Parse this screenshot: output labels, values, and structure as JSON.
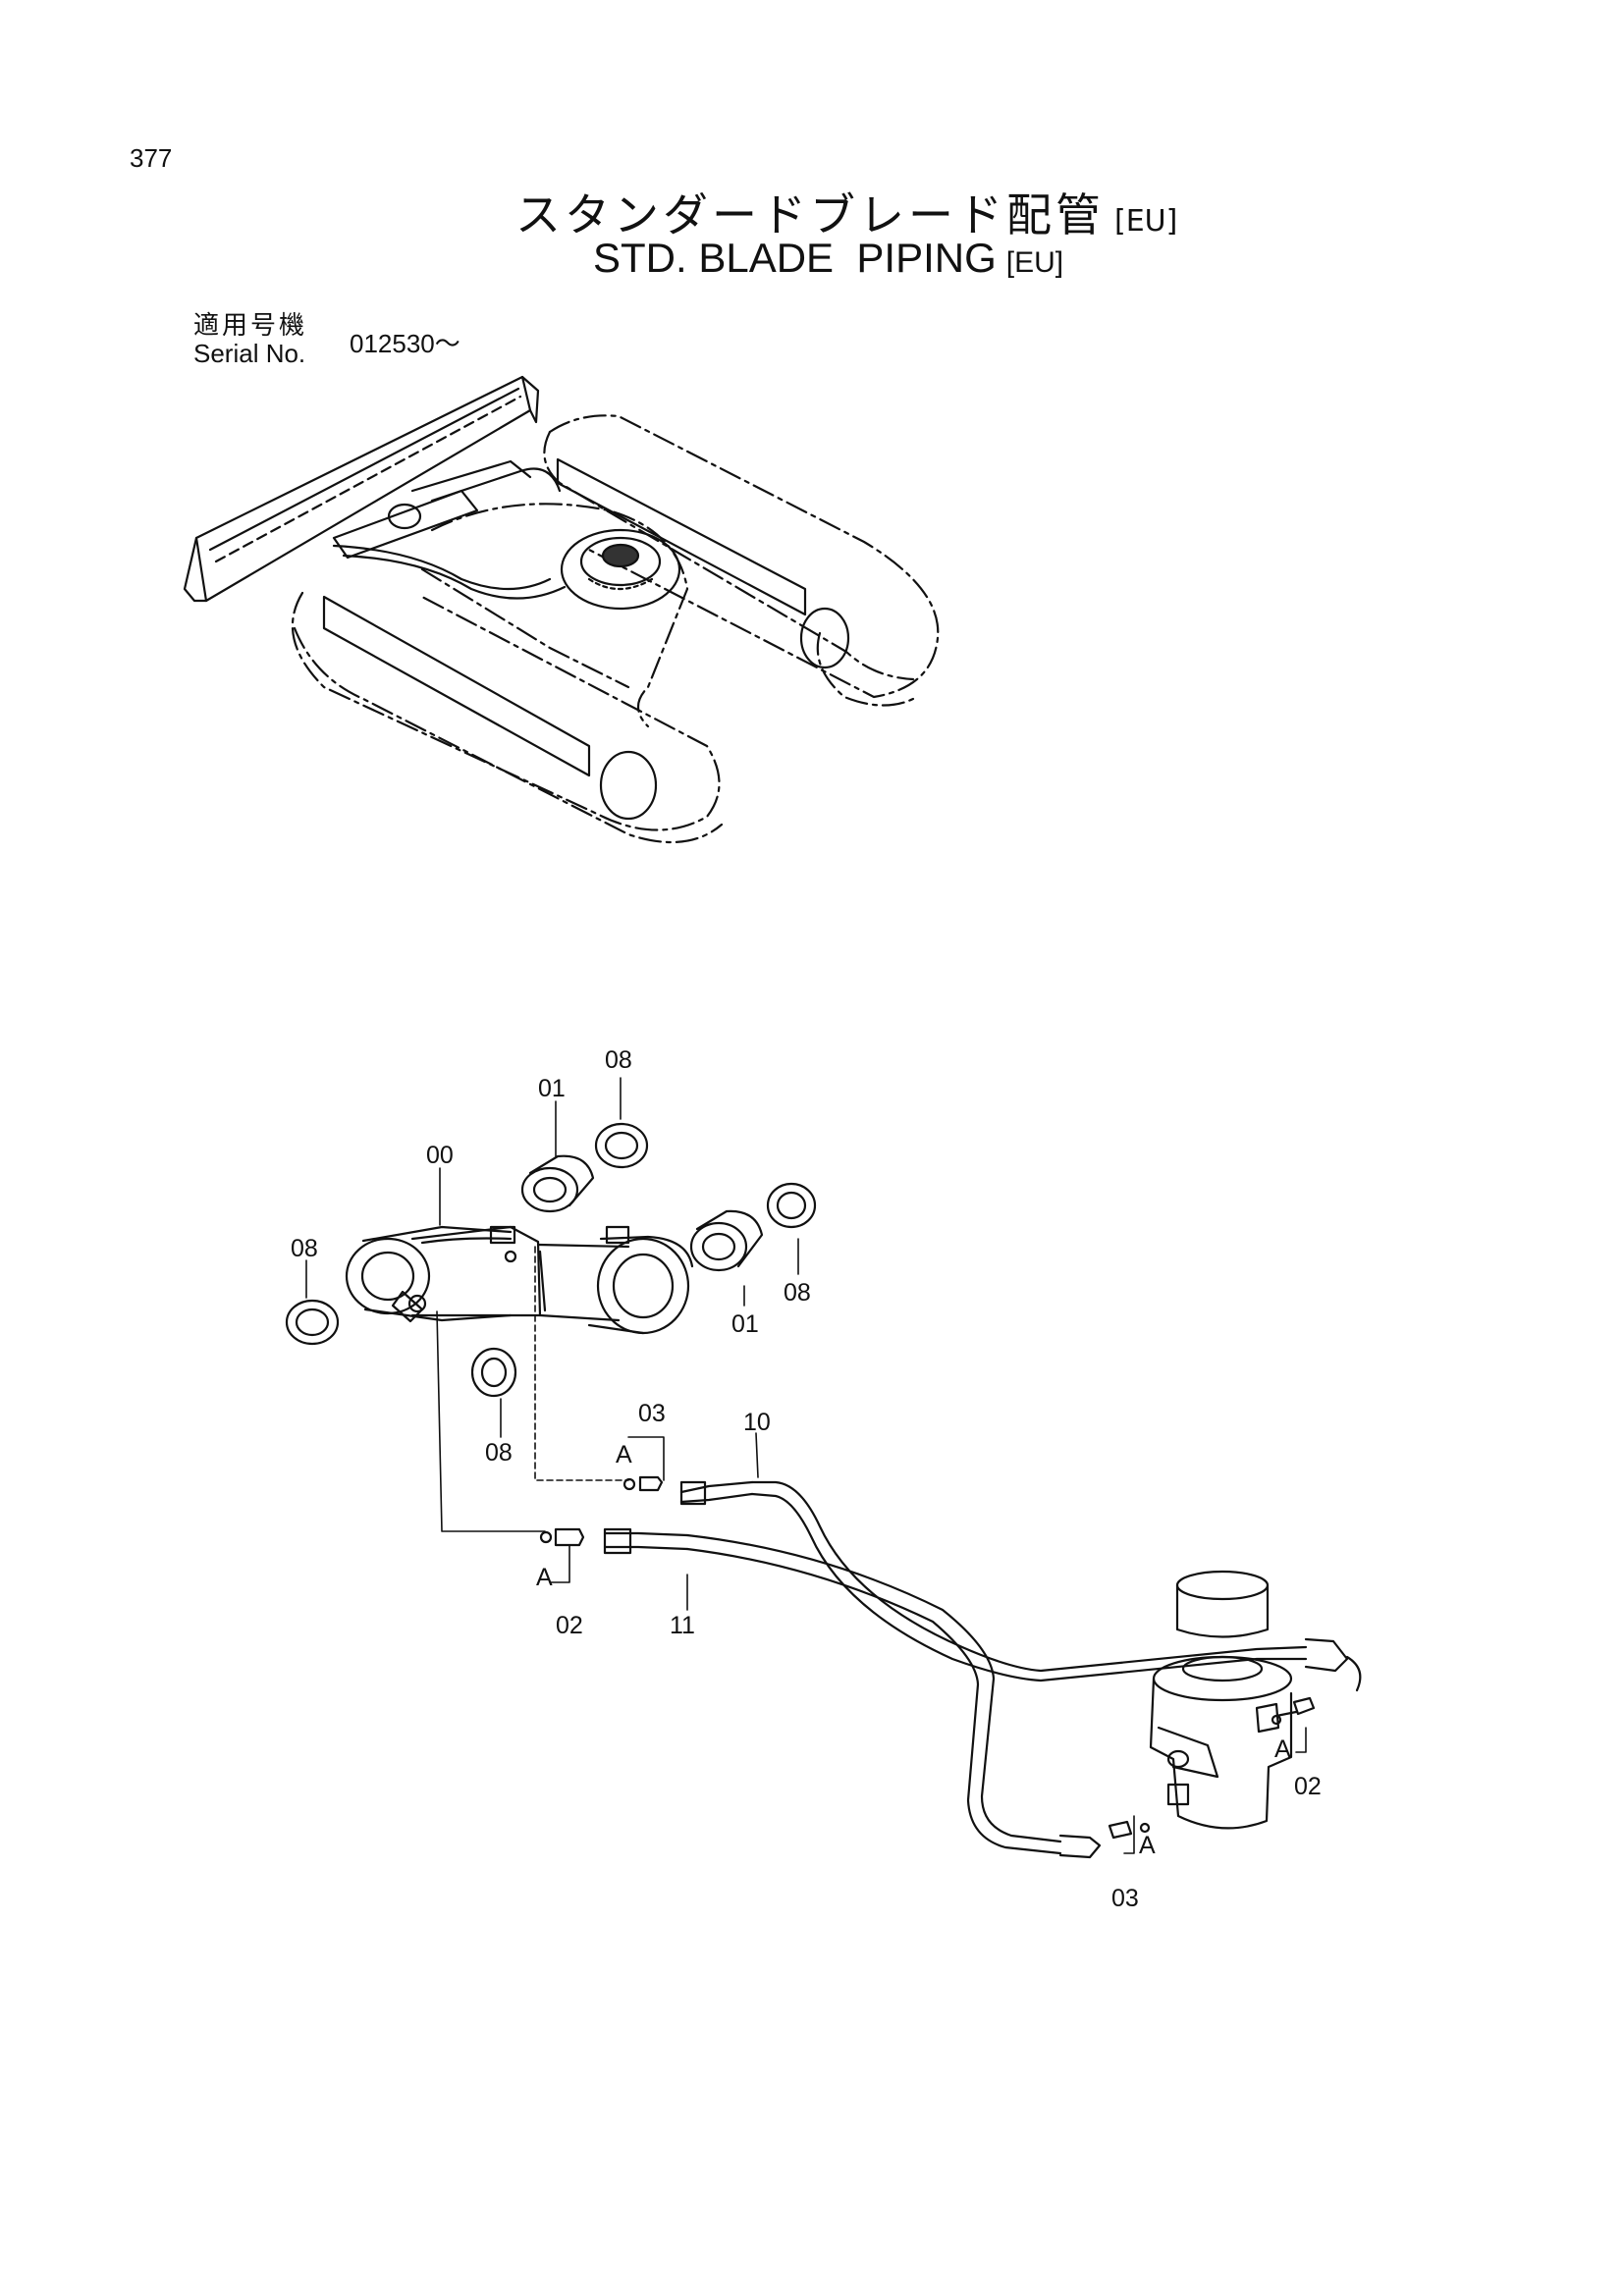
{
  "page_number": "377",
  "title": {
    "japanese": "スタンダードブレード配管",
    "english": "STD. BLADE  PIPING",
    "tag": "[EU]"
  },
  "serial": {
    "label_japanese": "適用号機",
    "label_english": "Serial No.",
    "value": "012530～"
  },
  "callouts": {
    "c00": "00",
    "c01a": "01",
    "c01b": "01",
    "c08a": "08",
    "c08b": "08",
    "c08c": "08",
    "c08d": "08",
    "c03a": "03",
    "c03b": "03",
    "c02a": "02",
    "c02b": "02",
    "c10": "10",
    "c11": "11",
    "a1": "A",
    "a2": "A",
    "a3": "A",
    "a4": "A"
  }
}
